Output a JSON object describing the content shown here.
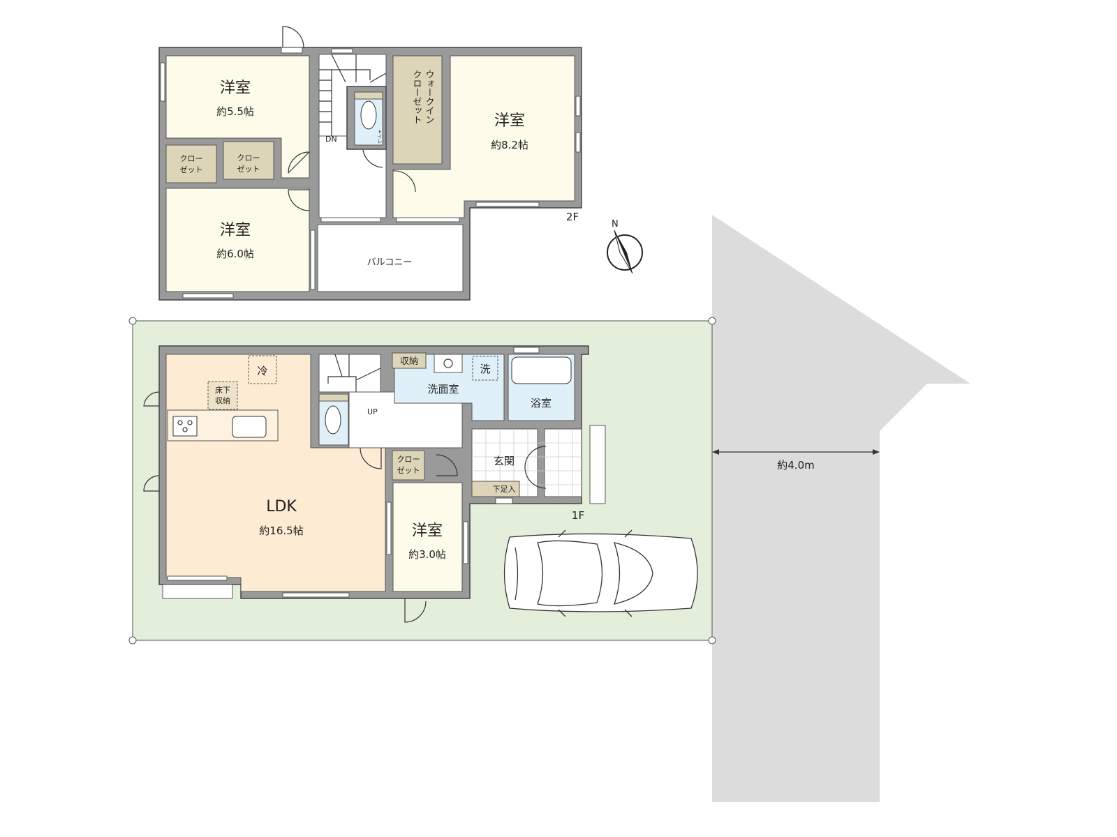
{
  "colors": {
    "wall": "#9a9a9a",
    "western_room": "#fdfbea",
    "closet": "#ddd5b8",
    "ldk": "#fdebd3",
    "wet_area": "#dff0f8",
    "lot": "#e3eedb",
    "road": "#dcdcdc"
  },
  "floor2": {
    "label": "2F",
    "rooms": {
      "room_a": {
        "name": "洋室",
        "size": "約5.5帖"
      },
      "room_b": {
        "name": "洋室",
        "size": "約6.0帖"
      },
      "room_c": {
        "name": "洋室",
        "size": "約8.2帖"
      },
      "closet_1": "クロー\nゼット",
      "closet_1_l1": "クロー",
      "closet_1_l2": "ゼット",
      "closet_2_l1": "クロー",
      "closet_2_l2": "ゼット",
      "wic_l1": "ウォークイン",
      "wic_l2": "クローゼット",
      "toilet": "トイレ",
      "stairs": "DN",
      "balcony": "バルコニー"
    }
  },
  "floor1": {
    "label": "1F",
    "rooms": {
      "ldk": {
        "name": "LDK",
        "size": "約16.5帖"
      },
      "room_d": {
        "name": "洋室",
        "size": "約3.0帖"
      },
      "fridge": "冷",
      "underfloor_l1": "床下",
      "underfloor_l2": "収納",
      "storage": "収納",
      "washroom": "洗面室",
      "washer": "洗",
      "bath": "浴室",
      "entrance": "玄関",
      "shoe_box": "下足入",
      "toilet": "トイレ",
      "stairs": "UP",
      "closet_l1": "クロー",
      "closet_l2": "ゼット"
    }
  },
  "site": {
    "road_width": "約4.0m",
    "compass": "N"
  }
}
